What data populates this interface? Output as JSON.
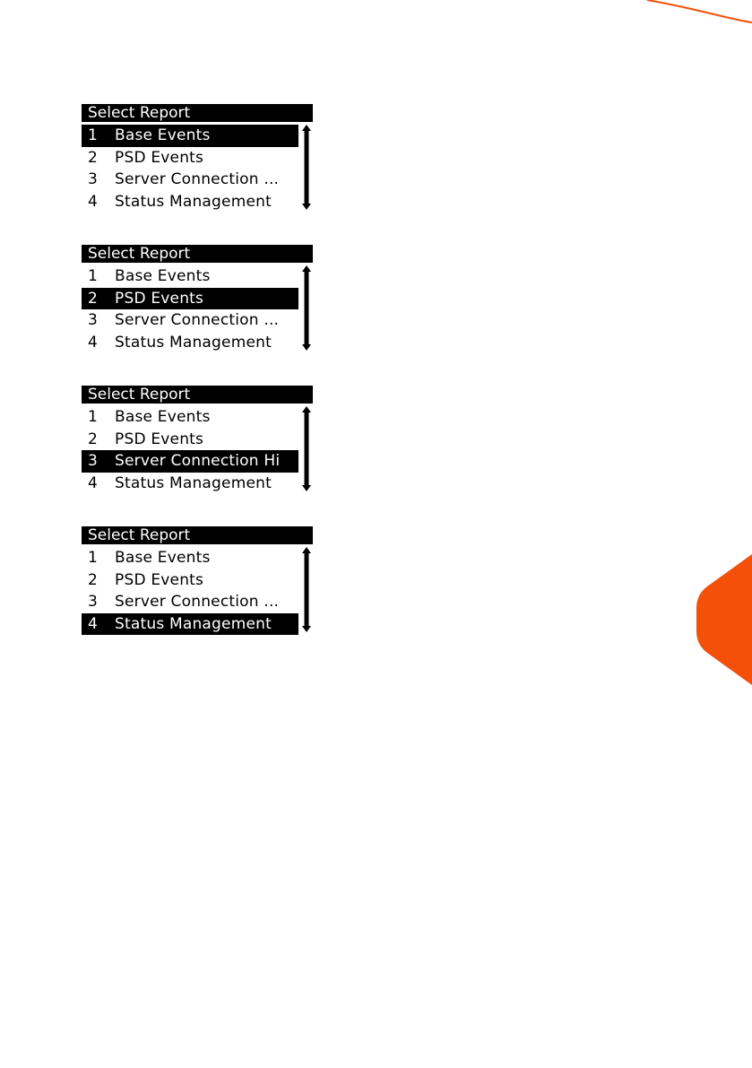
{
  "colors": {
    "accent": "#F4500A",
    "screen_bg": "#FFFFFF",
    "screen_fg": "#000000"
  },
  "screens": [
    {
      "title": "Select Report",
      "selected_index": 0,
      "items": [
        {
          "number": "1",
          "label": "Base Events"
        },
        {
          "number": "2",
          "label": "PSD Events"
        },
        {
          "number": "3",
          "label": "Server Connection ..."
        },
        {
          "number": "4",
          "label": "Status Management"
        }
      ]
    },
    {
      "title": "Select Report",
      "selected_index": 1,
      "items": [
        {
          "number": "1",
          "label": "Base Events"
        },
        {
          "number": "2",
          "label": "PSD Events"
        },
        {
          "number": "3",
          "label": "Server Connection ..."
        },
        {
          "number": "4",
          "label": "Status Management"
        }
      ]
    },
    {
      "title": "Select Report",
      "selected_index": 2,
      "items": [
        {
          "number": "1",
          "label": "Base Events"
        },
        {
          "number": "2",
          "label": "PSD Events"
        },
        {
          "number": "3",
          "label": "Server Connection Hi"
        },
        {
          "number": "4",
          "label": "Status Management"
        }
      ]
    },
    {
      "title": "Select Report",
      "selected_index": 3,
      "items": [
        {
          "number": "1",
          "label": "Base Events"
        },
        {
          "number": "2",
          "label": "PSD Events"
        },
        {
          "number": "3",
          "label": "Server Connection ..."
        },
        {
          "number": "4",
          "label": "Status Management"
        }
      ]
    }
  ]
}
